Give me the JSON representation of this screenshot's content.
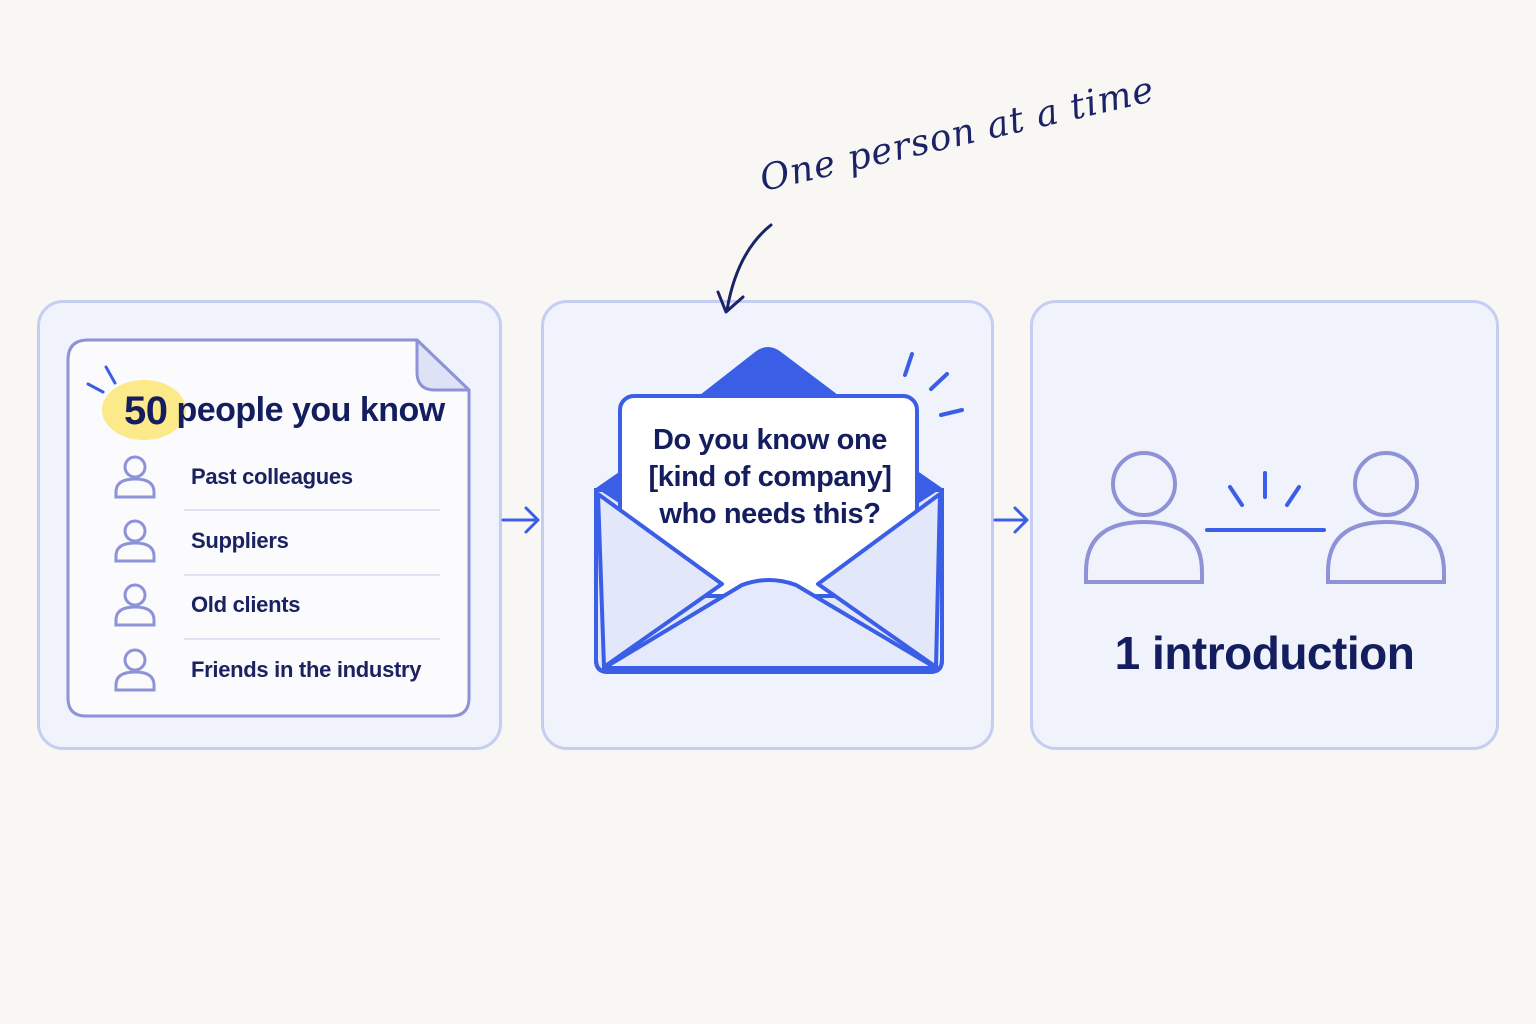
{
  "diagram": {
    "annotation": "One person at a time",
    "steps": [
      {
        "count": "50",
        "title_rest": "people you know",
        "items": [
          "Past colleagues",
          "Suppliers",
          "Old clients",
          "Friends in the industry"
        ]
      },
      {
        "letter_lines": [
          "Do you know one",
          "[kind of company]",
          "who needs this?"
        ]
      },
      {
        "result": "1 introduction"
      }
    ]
  },
  "colors": {
    "panel_fill": "#f0f2fc",
    "panel_border": "#c5cdf3",
    "accent_blue": "#3b5ee6",
    "dark_navy": "#141d5e",
    "highlight_yellow": "#fce98a",
    "icon_lavender": "#8d93d6"
  },
  "icons": [
    "sparkle-icon",
    "person-icon",
    "envelope-icon",
    "arrow-right-icon",
    "curved-arrow-icon",
    "connection-icon"
  ]
}
